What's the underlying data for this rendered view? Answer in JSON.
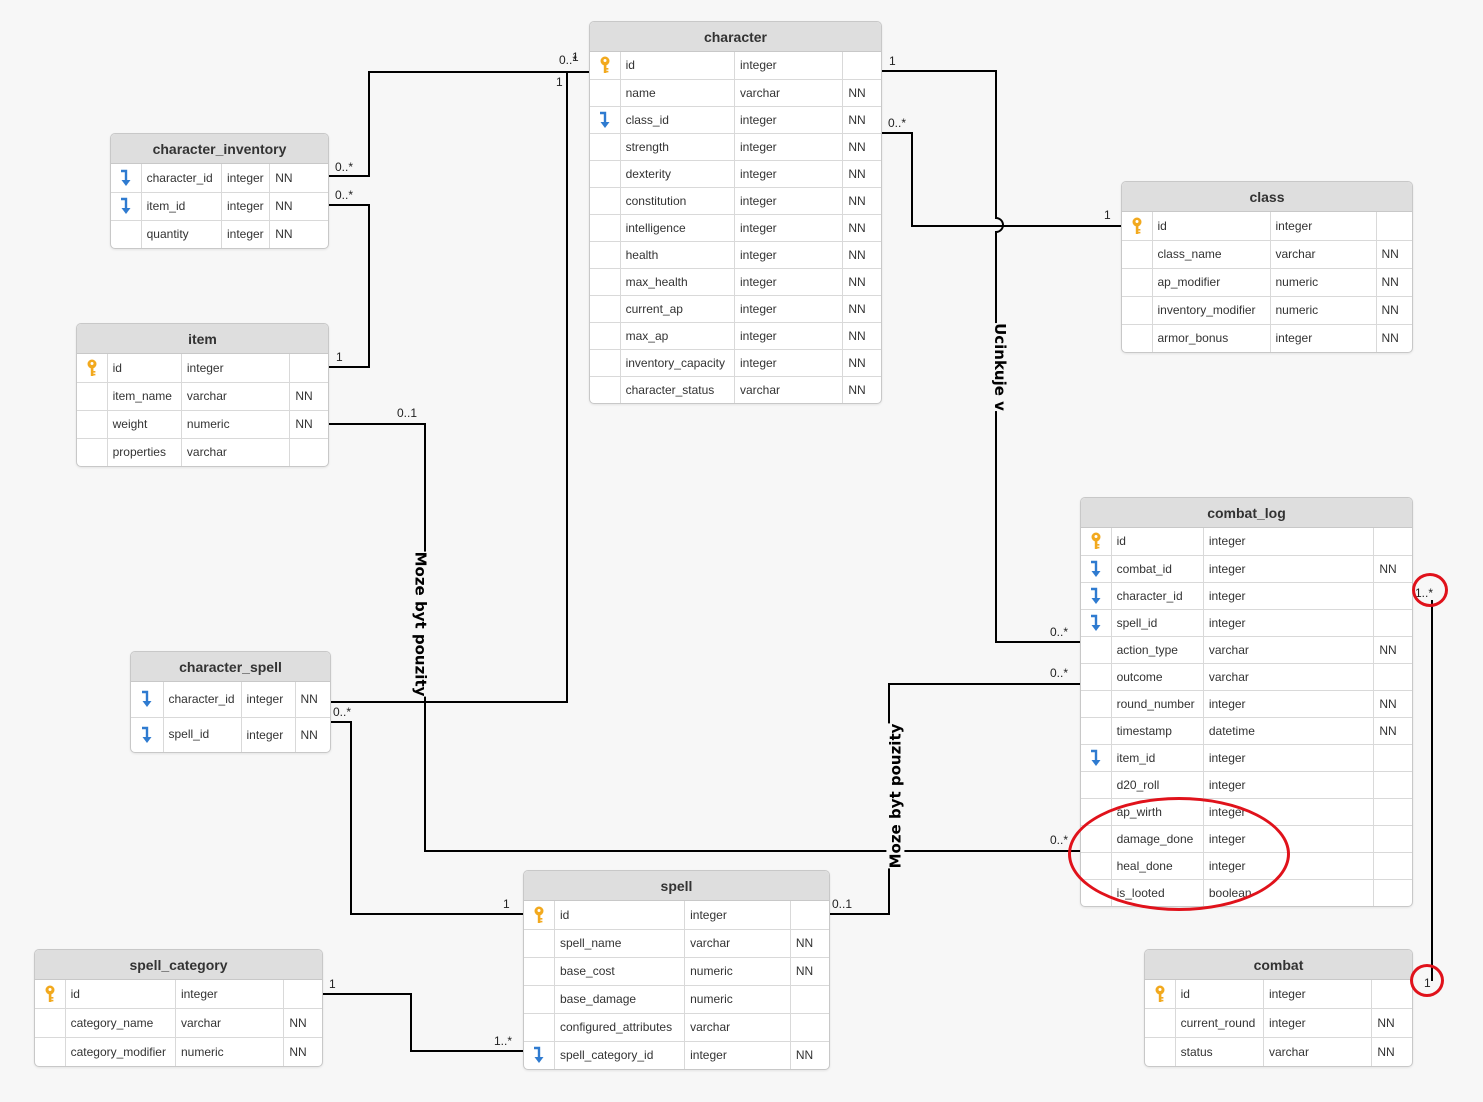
{
  "tables": {
    "character": {
      "title": "character",
      "rows": [
        {
          "icon": "key",
          "name": "id",
          "type": "integer",
          "nn": ""
        },
        {
          "icon": "",
          "name": "name",
          "type": "varchar",
          "nn": "NN"
        },
        {
          "icon": "fk",
          "name": "class_id",
          "type": "integer",
          "nn": "NN"
        },
        {
          "icon": "",
          "name": "strength",
          "type": "integer",
          "nn": "NN"
        },
        {
          "icon": "",
          "name": "dexterity",
          "type": "integer",
          "nn": "NN"
        },
        {
          "icon": "",
          "name": "constitution",
          "type": "integer",
          "nn": "NN"
        },
        {
          "icon": "",
          "name": "intelligence",
          "type": "integer",
          "nn": "NN"
        },
        {
          "icon": "",
          "name": "health",
          "type": "integer",
          "nn": "NN"
        },
        {
          "icon": "",
          "name": "max_health",
          "type": "integer",
          "nn": "NN"
        },
        {
          "icon": "",
          "name": "current_ap",
          "type": "integer",
          "nn": "NN"
        },
        {
          "icon": "",
          "name": "max_ap",
          "type": "integer",
          "nn": "NN"
        },
        {
          "icon": "",
          "name": "inventory_capacity",
          "type": "integer",
          "nn": "NN"
        },
        {
          "icon": "",
          "name": "character_status",
          "type": "varchar",
          "nn": "NN"
        }
      ]
    },
    "character_inventory": {
      "title": "character_inventory",
      "rows": [
        {
          "icon": "fk",
          "name": "character_id",
          "type": "integer",
          "nn": "NN"
        },
        {
          "icon": "fk",
          "name": "item_id",
          "type": "integer",
          "nn": "NN"
        },
        {
          "icon": "",
          "name": "quantity",
          "type": "integer",
          "nn": "NN"
        }
      ]
    },
    "item": {
      "title": "item",
      "rows": [
        {
          "icon": "key",
          "name": "id",
          "type": "integer",
          "nn": ""
        },
        {
          "icon": "",
          "name": "item_name",
          "type": "varchar",
          "nn": "NN"
        },
        {
          "icon": "",
          "name": "weight",
          "type": "numeric",
          "nn": "NN"
        },
        {
          "icon": "",
          "name": "properties",
          "type": "varchar",
          "nn": ""
        }
      ]
    },
    "class": {
      "title": "class",
      "rows": [
        {
          "icon": "key",
          "name": "id",
          "type": "integer",
          "nn": ""
        },
        {
          "icon": "",
          "name": "class_name",
          "type": "varchar",
          "nn": "NN"
        },
        {
          "icon": "",
          "name": "ap_modifier",
          "type": "numeric",
          "nn": "NN"
        },
        {
          "icon": "",
          "name": "inventory_modifier",
          "type": "numeric",
          "nn": "NN"
        },
        {
          "icon": "",
          "name": "armor_bonus",
          "type": "integer",
          "nn": "NN"
        }
      ]
    },
    "character_spell": {
      "title": "character_spell",
      "rows": [
        {
          "icon": "fk",
          "name": "character_id",
          "type": "integer",
          "nn": "NN"
        },
        {
          "icon": "fk",
          "name": "spell_id",
          "type": "integer",
          "nn": "NN"
        }
      ]
    },
    "combat_log": {
      "title": "combat_log",
      "rows": [
        {
          "icon": "key",
          "name": "id",
          "type": "integer",
          "nn": ""
        },
        {
          "icon": "fk",
          "name": "combat_id",
          "type": "integer",
          "nn": "NN"
        },
        {
          "icon": "fk",
          "name": "character_id",
          "type": "integer",
          "nn": ""
        },
        {
          "icon": "fk",
          "name": "spell_id",
          "type": "integer",
          "nn": ""
        },
        {
          "icon": "",
          "name": "action_type",
          "type": "varchar",
          "nn": "NN"
        },
        {
          "icon": "",
          "name": "outcome",
          "type": "varchar",
          "nn": ""
        },
        {
          "icon": "",
          "name": "round_number",
          "type": "integer",
          "nn": "NN"
        },
        {
          "icon": "",
          "name": "timestamp",
          "type": "datetime",
          "nn": "NN"
        },
        {
          "icon": "fk",
          "name": "item_id",
          "type": "integer",
          "nn": ""
        },
        {
          "icon": "",
          "name": "d20_roll",
          "type": "integer",
          "nn": ""
        },
        {
          "icon": "",
          "name": "ap_wirth",
          "type": "integer",
          "nn": ""
        },
        {
          "icon": "",
          "name": "damage_done",
          "type": "integer",
          "nn": ""
        },
        {
          "icon": "",
          "name": "heal_done",
          "type": "integer",
          "nn": ""
        },
        {
          "icon": "",
          "name": "is_looted",
          "type": "boolean",
          "nn": ""
        }
      ]
    },
    "spell": {
      "title": "spell",
      "rows": [
        {
          "icon": "key",
          "name": "id",
          "type": "integer",
          "nn": ""
        },
        {
          "icon": "",
          "name": "spell_name",
          "type": "varchar",
          "nn": "NN"
        },
        {
          "icon": "",
          "name": "base_cost",
          "type": "numeric",
          "nn": "NN"
        },
        {
          "icon": "",
          "name": "base_damage",
          "type": "numeric",
          "nn": ""
        },
        {
          "icon": "",
          "name": "configured_attributes",
          "type": "varchar",
          "nn": ""
        },
        {
          "icon": "fk",
          "name": "spell_category_id",
          "type": "integer",
          "nn": "NN"
        }
      ]
    },
    "spell_category": {
      "title": "spell_category",
      "rows": [
        {
          "icon": "key",
          "name": "id",
          "type": "integer",
          "nn": ""
        },
        {
          "icon": "",
          "name": "category_name",
          "type": "varchar",
          "nn": "NN"
        },
        {
          "icon": "",
          "name": "category_modifier",
          "type": "numeric",
          "nn": "NN"
        }
      ]
    },
    "combat": {
      "title": "combat",
      "rows": [
        {
          "icon": "key",
          "name": "id",
          "type": "integer",
          "nn": ""
        },
        {
          "icon": "",
          "name": "current_round",
          "type": "integer",
          "nn": "NN"
        },
        {
          "icon": "",
          "name": "status",
          "type": "varchar",
          "nn": "NN"
        }
      ]
    }
  },
  "relationship_labels": {
    "item_usage": "Moze byt pouzity",
    "spell_usage": "Moze byt pouzity",
    "character_effect": "Ucinkuje v"
  },
  "cardinalities": {
    "char_top_a": "0..*",
    "char_top_b": "1",
    "char_top_c": "1",
    "char_inv_char": "0..*",
    "char_inv_item": "0..*",
    "item_inv": "1",
    "item_log": "0..1",
    "char_right": "1",
    "char_class": "0..*",
    "class_left": "1",
    "log_char": "0..*",
    "log_spell": "0..*",
    "log_item": "0..*",
    "log_combat": "1..*",
    "combat_log_end": "1",
    "cs_spell": "0..*",
    "spell_cs": "1",
    "spell_log": "0..1",
    "spell_cat": "1..*",
    "cat_spell": "1"
  },
  "colors": {
    "key_icon": "#f2a91e",
    "fk_icon": "#2f7bd0",
    "annotation": "#e0121b",
    "header_bg": "#dedede"
  }
}
